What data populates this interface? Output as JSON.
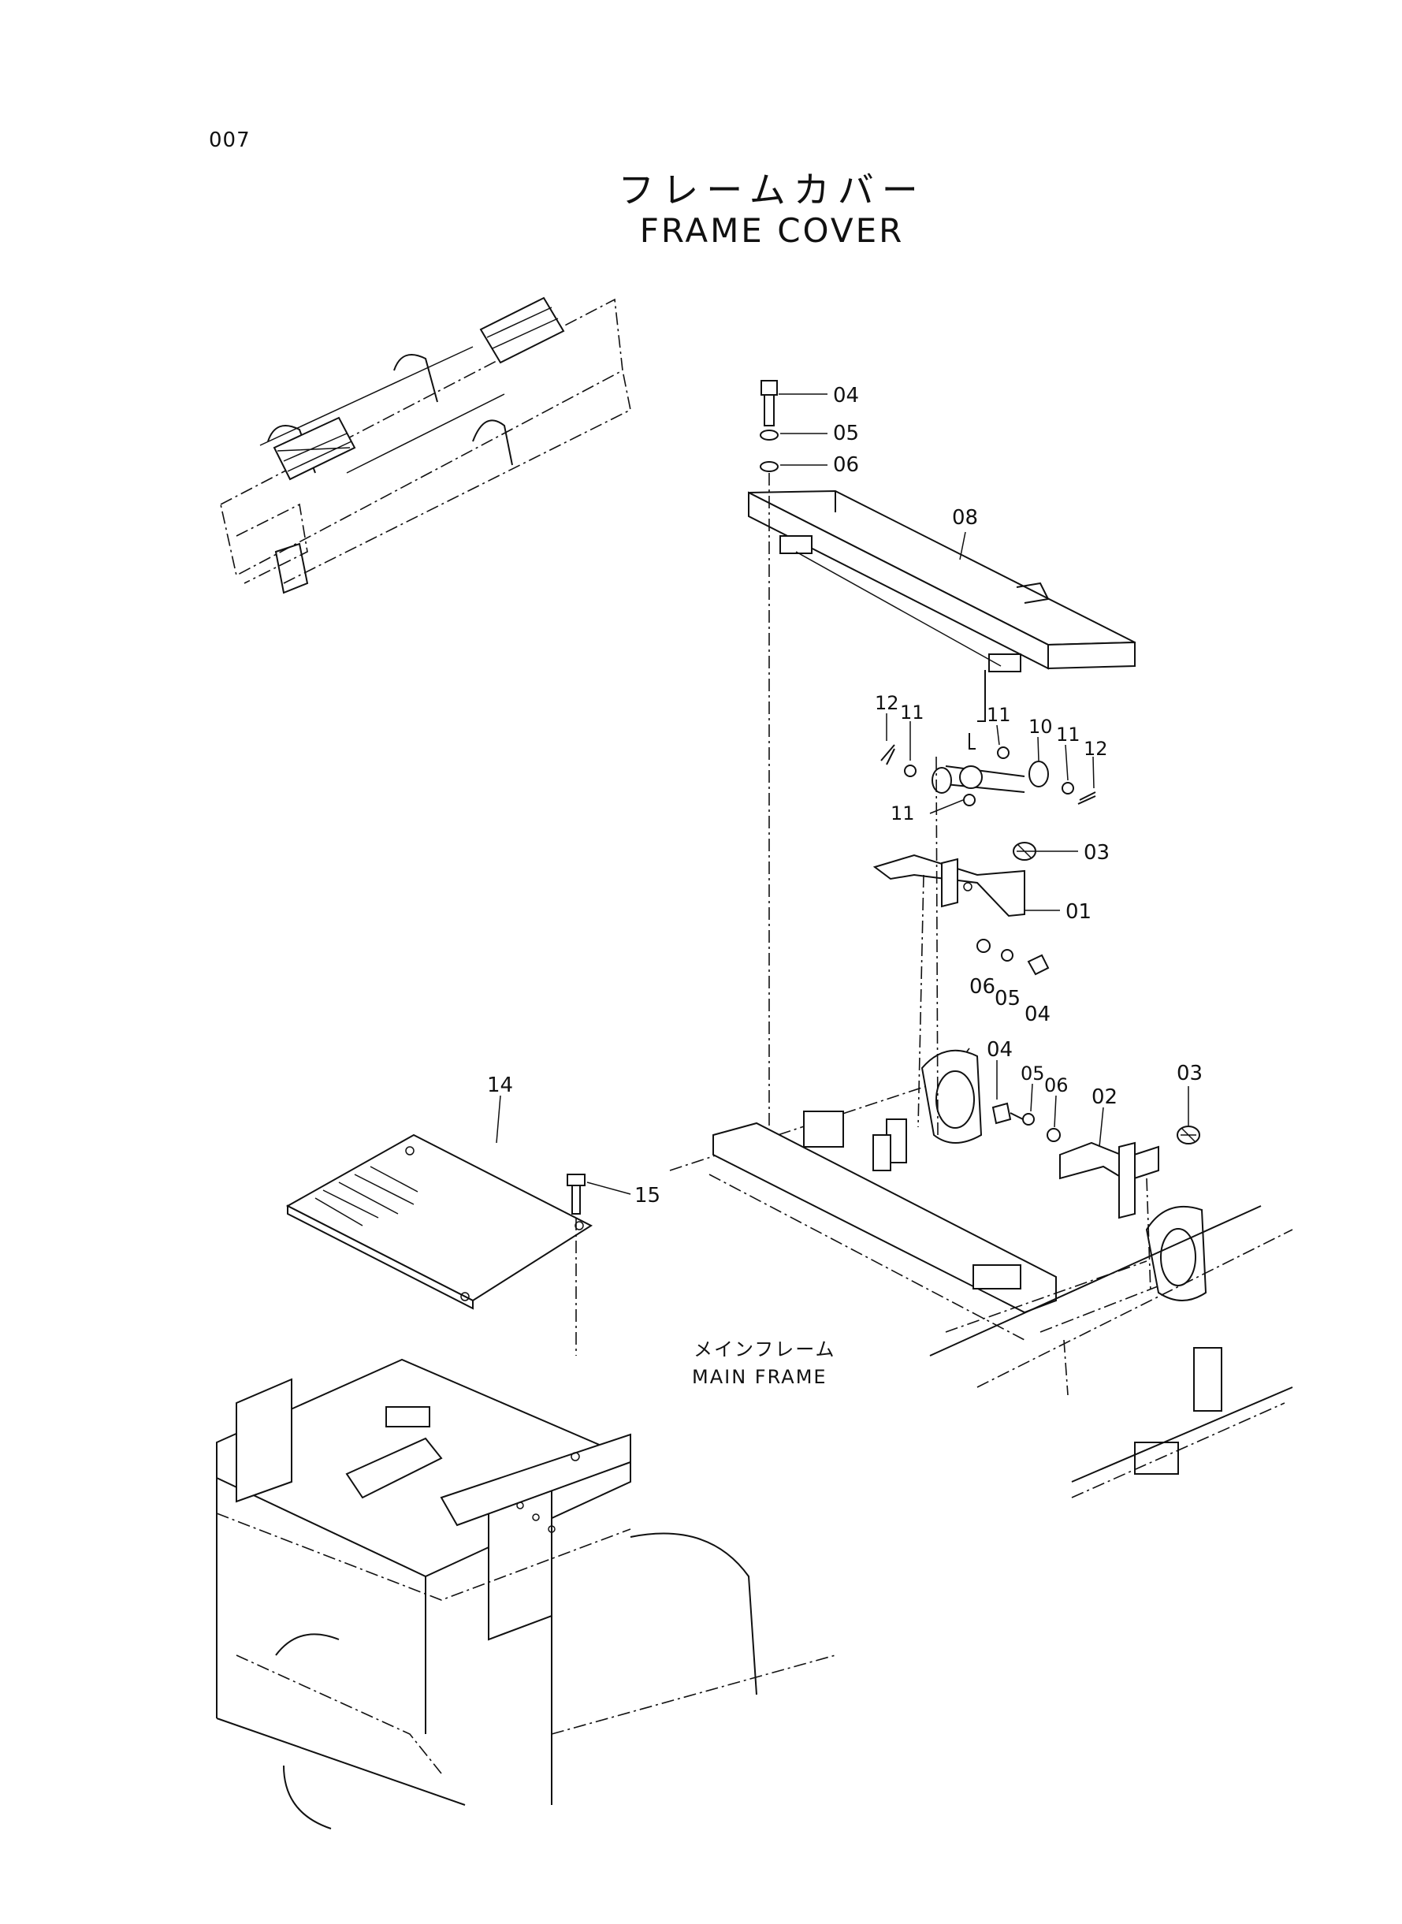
{
  "page_number": "007",
  "title_jp": "フレームカバー",
  "title_en": "FRAME COVER",
  "main_frame_label_jp": "メインフレーム",
  "main_frame_label_en": "MAIN FRAME",
  "callouts": {
    "c01": "01",
    "c02": "02",
    "c03a": "03",
    "c03b": "03",
    "c04a": "04",
    "c04b": "04",
    "c04c": "04",
    "c05a": "05",
    "c05b": "05",
    "c05c": "05",
    "c06a": "06",
    "c06b": "06",
    "c06c": "06",
    "c08": "08",
    "c10": "10",
    "c11a": "11",
    "c11b": "11",
    "c11c": "11",
    "c11d": "11",
    "c12a": "12",
    "c12b": "12",
    "c14": "14",
    "c15": "15"
  }
}
